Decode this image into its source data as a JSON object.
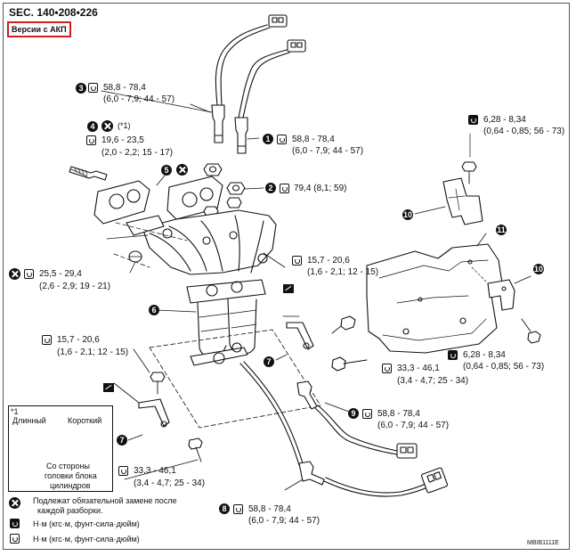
{
  "header": {
    "section": "SEC. 140•208•226",
    "variant_label": "Версии с АКП"
  },
  "callouts": {
    "c1": "1",
    "c2": "2",
    "c3": "3",
    "c4": "4",
    "c5": "5",
    "c6": "6",
    "c7": "7",
    "c8": "8",
    "c9": "9",
    "c10": "10",
    "c11": "11"
  },
  "torques": {
    "sensor_top": {
      "value": "58,8 - 78,4",
      "units": "(6,0 - 7,9; 44 - 57)"
    },
    "sensor_3": {
      "value": "58,8 - 78,4",
      "units": "(6,0 - 7,9; 44 - 57)"
    },
    "stud_4": {
      "value": "19,6 - 23,5",
      "units": "(2,0 - 2,2; 15 - 17)",
      "note": "(*1)"
    },
    "nut_2": {
      "value": "79,4 (8,1; 59)"
    },
    "bracket_10": {
      "value": "6,28 - 8,34",
      "units": "(0,64 - 0,85; 56 - 73)"
    },
    "nut_left": {
      "value": "25,5 - 29,4",
      "units": "(2,6 - 2,9; 19 - 21)"
    },
    "bolt_center": {
      "value": "15,7 - 20,6",
      "units": "(1,6 - 2,1; 12 - 15)"
    },
    "bolt_left": {
      "value": "15,7 - 20,6",
      "units": "(1,6 - 2,1; 12 - 15)"
    },
    "shield_bolt": {
      "value": "6,28 - 8,34",
      "units": "(0,64 - 0,85; 56 - 73)"
    },
    "bolt_7_right": {
      "value": "33,3 - 46,1",
      "units": "(3,4 - 4,7; 25 - 34)"
    },
    "bolt_7_left": {
      "value": "33,3 - 46,1",
      "units": "(3,4 - 4,7; 25 - 34)"
    },
    "sensor_9": {
      "value": "58,8 - 78,4",
      "units": "(6,0 - 7,9; 44 - 57)"
    },
    "sensor_8": {
      "value": "58,8 - 78,4",
      "units": "(6,0 - 7,9; 44 - 57)"
    }
  },
  "inset": {
    "marker": "*1",
    "long_label": "Длинный",
    "short_label": "Короткий",
    "side_text_1": "Со стороны",
    "side_text_2": "головки блока",
    "side_text_3": "цилиндров"
  },
  "legend": {
    "replace_1": "Подлежат обязательной замене после",
    "replace_2": "каждой разборки.",
    "nm_a": "Н·м (кгс·м, фунт-сила·дюйм)",
    "nm_b": "Н·м (кгс·м, фунт-сила·дюйм)"
  },
  "figure_code": "MBIB1111E",
  "icons": [
    "x-circle-icon",
    "torque-wrench-icon",
    "note-icon",
    "arrow-right-icon"
  ]
}
